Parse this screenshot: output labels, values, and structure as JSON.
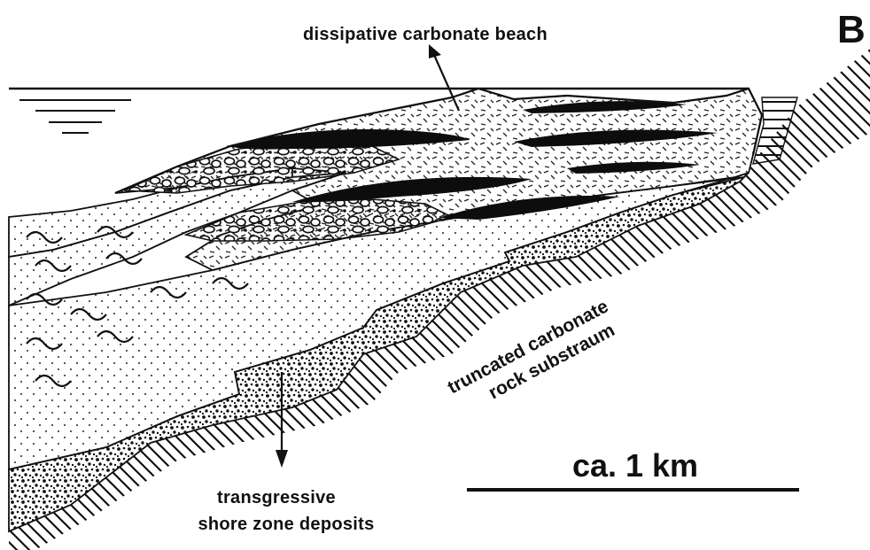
{
  "panel_label": "B",
  "labels": {
    "beach": "dissipative carbonate beach",
    "substrate_line1": "truncated carbonate",
    "substrate_line2": "rock substraum",
    "transgressive_line1": "transgressive",
    "transgressive_line2": "shore zone deposits"
  },
  "scale_bar": {
    "label": "ca. 1 km"
  }
}
